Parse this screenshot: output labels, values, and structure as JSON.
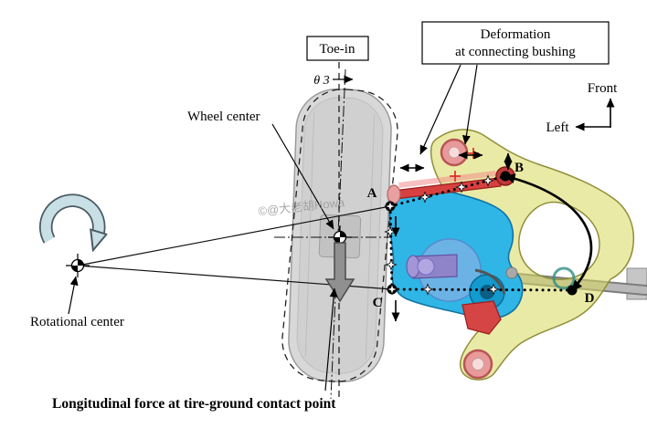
{
  "figure": {
    "toe_in_label": "Toe-in",
    "theta_label": "θ 3",
    "wheel_center_label": "Wheel center",
    "deformation_label_line1": "Deformation",
    "deformation_label_line2": "at connecting bushing",
    "front_label": "Front",
    "left_label": "Left",
    "rotational_center_label": "Rotational center",
    "longitudinal_force_label": "Longitudinal force at tire-ground contact point",
    "points": {
      "a": "A",
      "b": "B",
      "c": "C",
      "d": "D"
    },
    "watermark": "©@大老胡Howa"
  },
  "colors": {
    "tire_gray": "#d8d8d8",
    "rotation_arrow_fill": "#c9dfe6",
    "tie_rod_red": "#d84040",
    "knuckle_cyan": "#2fb6e6",
    "control_arm_yellow": "#d9d95e",
    "bushing_pink": "#e89a9a",
    "force_arrow_gray": "#909090"
  }
}
